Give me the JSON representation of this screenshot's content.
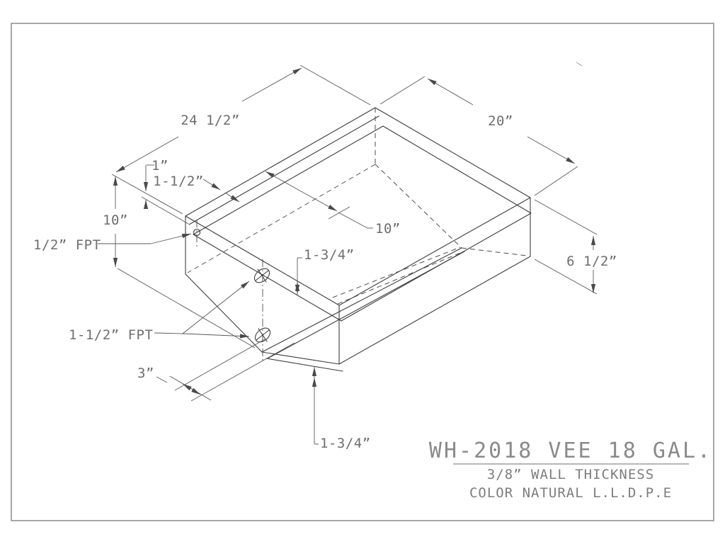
{
  "drawing": {
    "title": "WH-2018 VEE 18 GAL.",
    "subtitle_wall": "3/8” WALL THICKNESS",
    "subtitle_color": "COLOR NATURAL L.L.D.P.E",
    "dims": {
      "top_length": "24 1/2”",
      "top_width": "20”",
      "overall_height": "10”",
      "lip_one": "1”",
      "lip_one_half": "1-1/2”",
      "center_offset": "10”",
      "lip_front": "1-3/4”",
      "keel_width": "1-3/4”",
      "side_height": "6 1/2”",
      "fitting_spacing": "3”",
      "fitting_top": "1/2” FPT",
      "fitting_front": "1-1/2” FPT"
    }
  }
}
